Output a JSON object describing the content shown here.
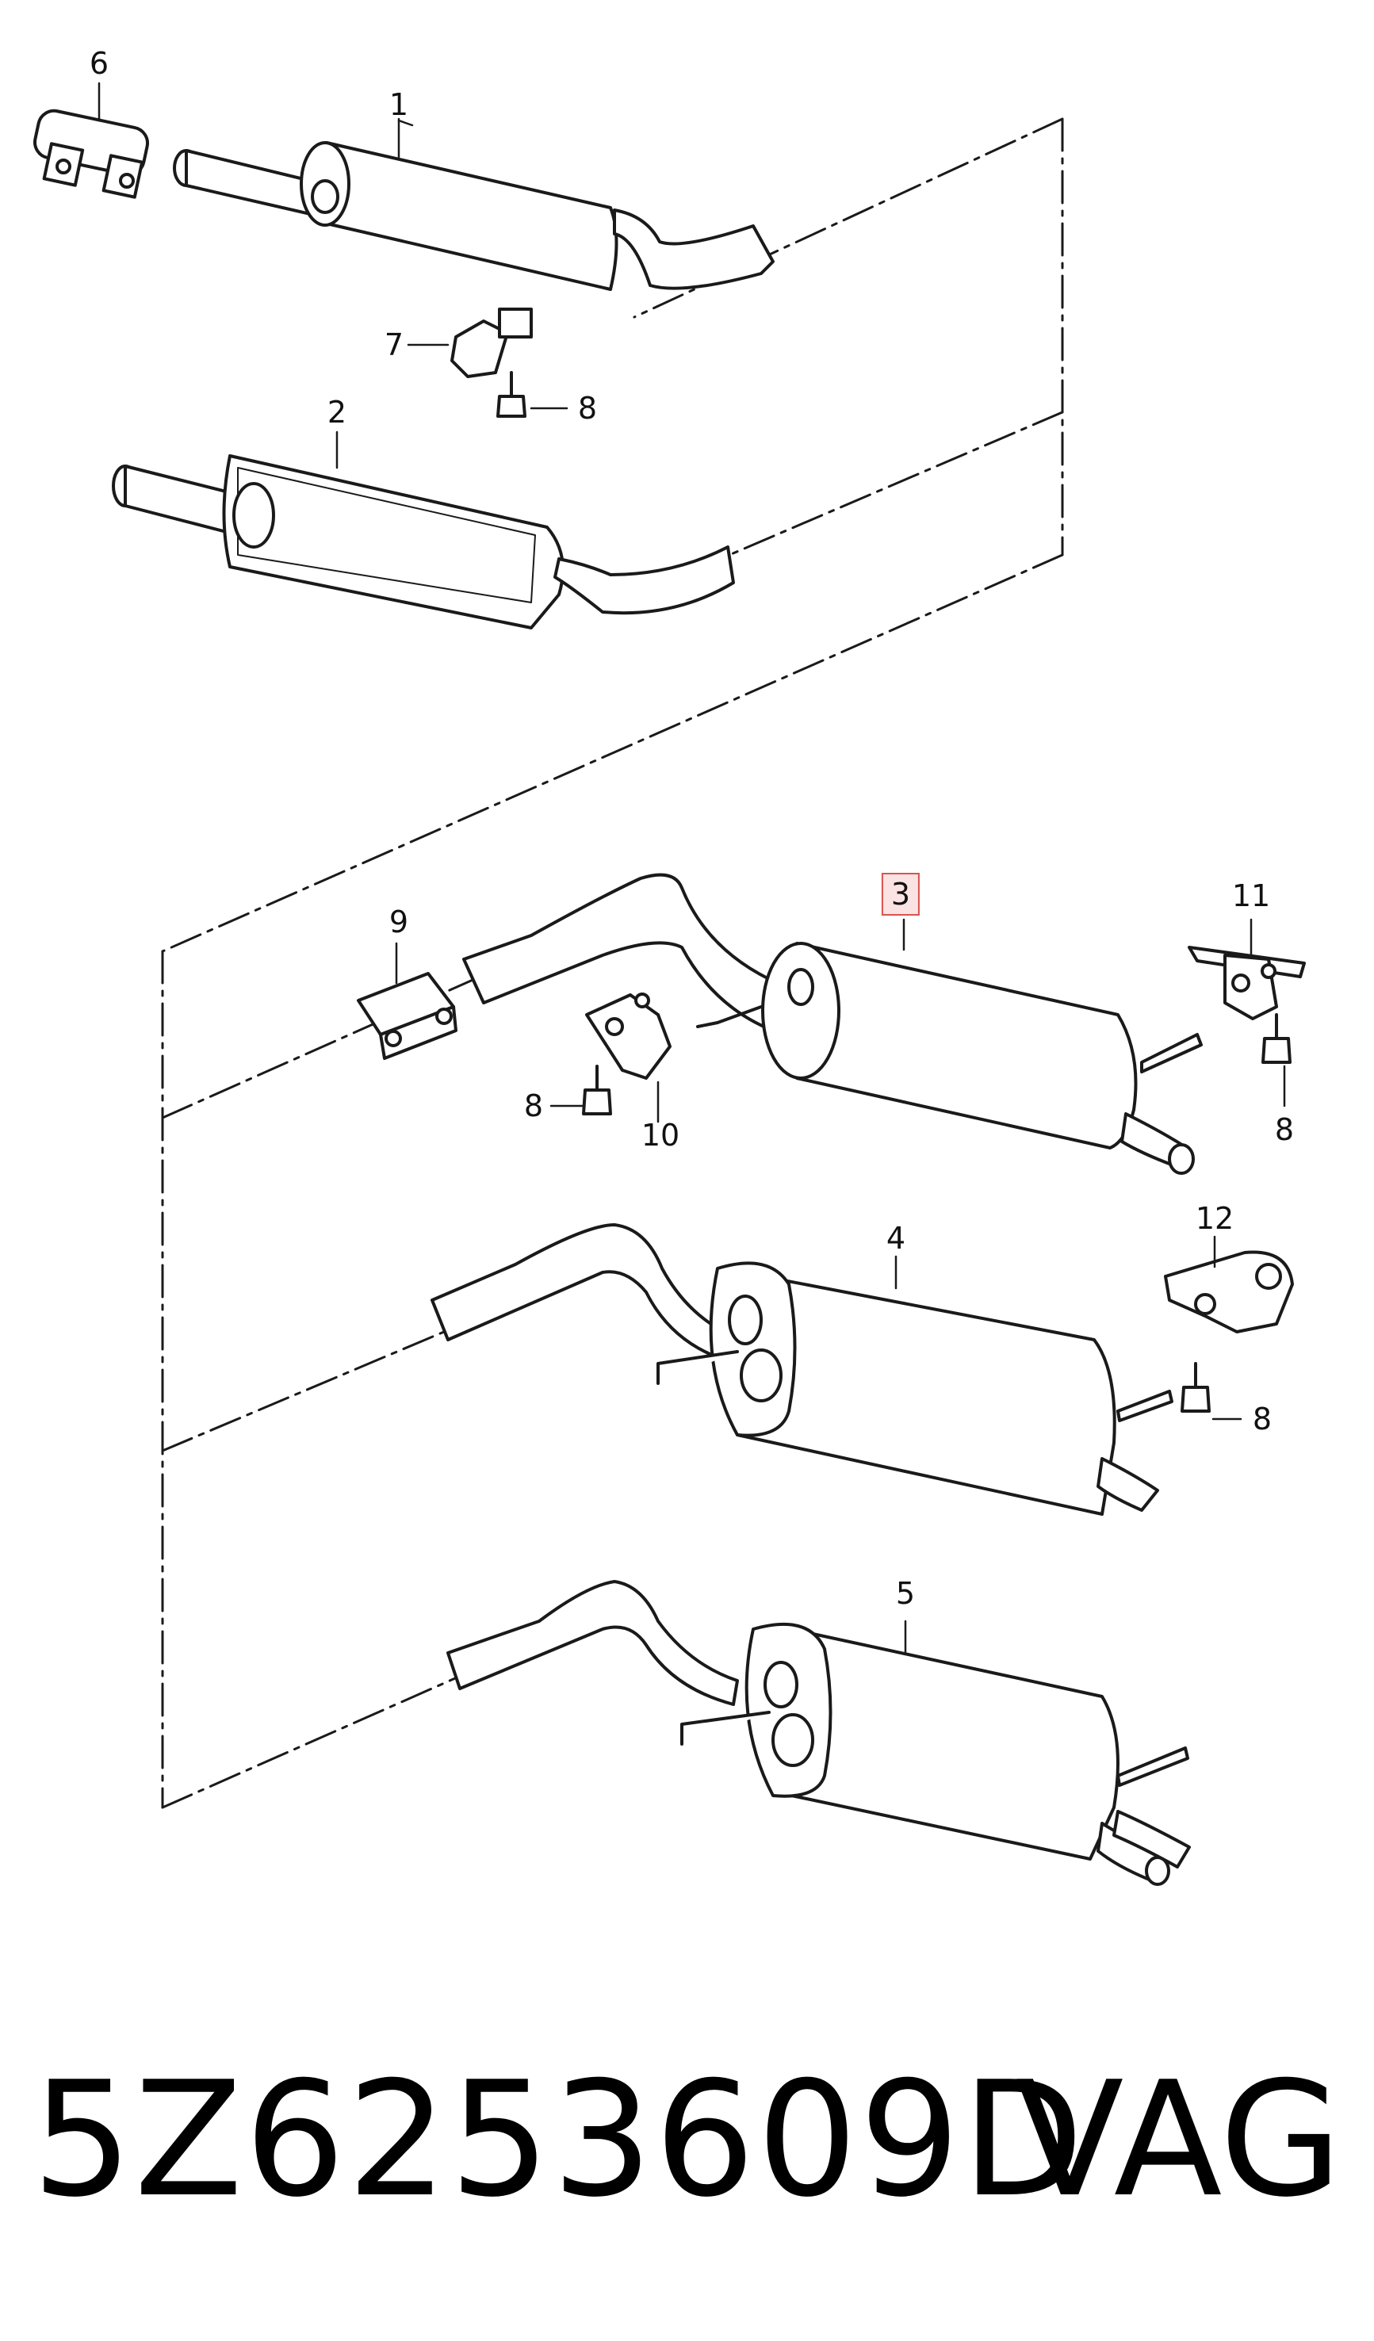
{
  "callouts": [
    "1",
    "2",
    "3",
    "4",
    "5",
    "6",
    "7",
    "8",
    "9",
    "10",
    "11",
    "12"
  ],
  "footer": {
    "part_number": "5Z6253609D",
    "brand": "VAG"
  },
  "colors": {
    "line": "#1a1a1a",
    "highlight_border": "#d9534f",
    "highlight_fill": "#fbe3e3"
  }
}
